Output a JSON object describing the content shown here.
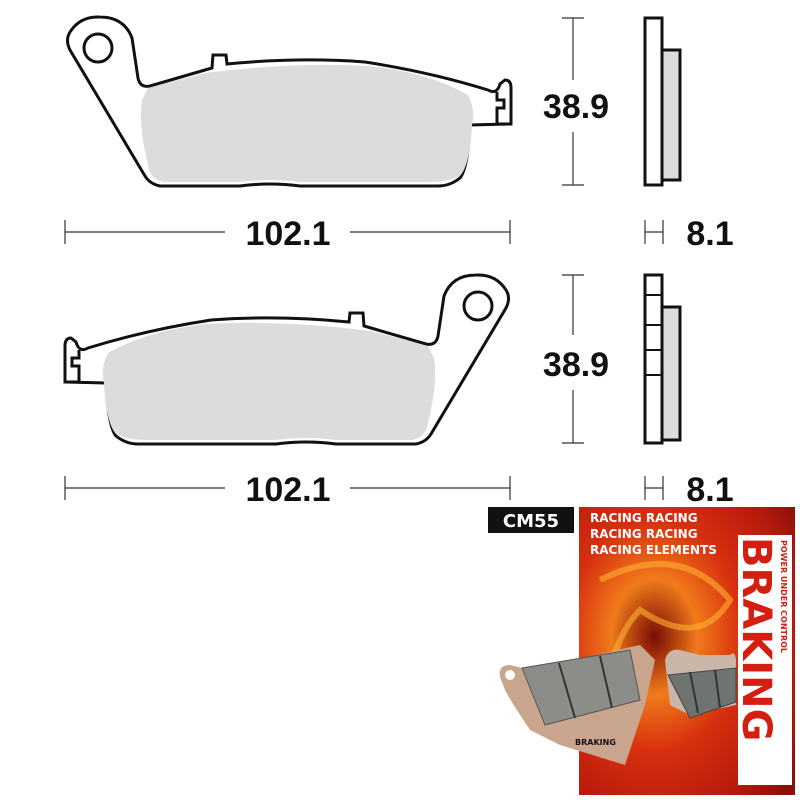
{
  "drawing": {
    "front_pad": {
      "height": "38.9",
      "width": "102.1",
      "thickness": "8.1"
    },
    "rear_pad": {
      "height": "38.9",
      "width": "102.1",
      "thickness": "8.1"
    }
  },
  "product": {
    "code": "CM55",
    "brand": "BRAKING",
    "tagline": "POWER UNDER CONTROL",
    "banner_lines": [
      "RACING RACING",
      "RACING RACING",
      "RACING ELEMENTS"
    ],
    "pad_logo": "BRAKING",
    "colors": {
      "poster_red": "#c8200f",
      "poster_orange": "#f07a1a",
      "label_black": "#111111"
    }
  }
}
